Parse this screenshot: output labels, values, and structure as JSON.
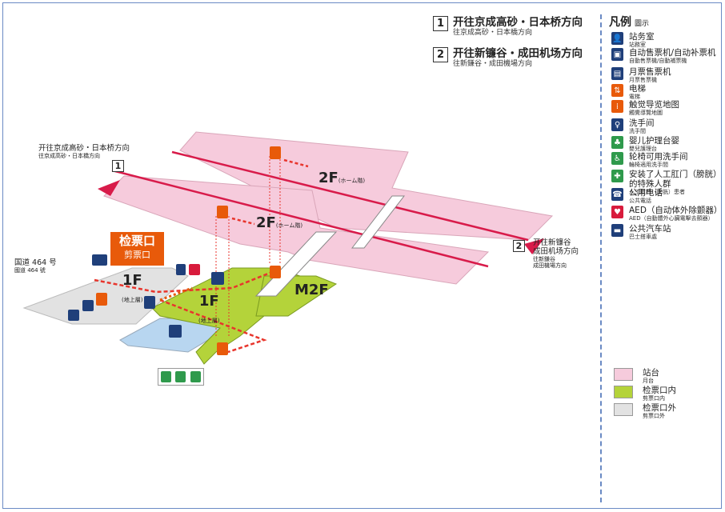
{
  "directions": [
    {
      "num": "1",
      "main": "开往京成高砂・日本桥方向",
      "sub": "往京成高砂・日本橋方向"
    },
    {
      "num": "2",
      "main": "开往新镰谷・成田机场方向",
      "sub": "往新鎌谷・成田機場方向"
    }
  ],
  "legend": {
    "title": "凡例",
    "title_sub": "圖示",
    "items": [
      {
        "label": "站务室",
        "sub": "站務室",
        "icon": "staff-room-icon",
        "color": "#1f3f7a",
        "glyph": "👤"
      },
      {
        "label": "自动售票机/自动补票机",
        "sub": "自動售票機/自動補票機",
        "icon": "ticket-machine-icon",
        "color": "#1f3f7a",
        "glyph": "▣"
      },
      {
        "label": "月票售票机",
        "sub": "月票售票機",
        "icon": "pass-machine-icon",
        "color": "#1f3f7a",
        "glyph": "▤"
      },
      {
        "label": "电梯",
        "sub": "電梯",
        "icon": "elevator-icon",
        "color": "#e85a0a",
        "glyph": "⇅"
      },
      {
        "label": "触觉导览地图",
        "sub": "觸覺導覽地圖",
        "icon": "tactile-map-icon",
        "color": "#e85a0a",
        "glyph": "⁞"
      },
      {
        "label": "洗手间",
        "sub": "洗手間",
        "icon": "restroom-icon",
        "color": "#1f3f7a",
        "glyph": "♀"
      },
      {
        "label": "婴儿护理台婴",
        "sub": "嬰兒護理台",
        "icon": "baby-care-icon",
        "color": "#2f9a4c",
        "glyph": "♣"
      },
      {
        "label": "轮椅可用洗手间",
        "sub": "輪椅適用洗手間",
        "icon": "wheelchair-icon",
        "color": "#2f9a4c",
        "glyph": "♿"
      },
      {
        "label": "安装了人工肛门（膀胱）的特殊人群",
        "sub": "人工肛門（膀胱）患者",
        "icon": "ostomate-icon",
        "color": "#2f9a4c",
        "glyph": "✚"
      },
      {
        "label": "公用电话",
        "sub": "公共電話",
        "icon": "phone-icon",
        "color": "#1f3f7a",
        "glyph": "☎"
      },
      {
        "label": "AED（自动体外除颤器）",
        "sub": "AED（自動體外心臟電擊去顫器）",
        "icon": "aed-icon",
        "color": "#d81b3c",
        "glyph": "♥"
      },
      {
        "label": "公共汽车站",
        "sub": "巴士搭車處",
        "icon": "bus-stop-icon",
        "color": "#1f3f7a",
        "glyph": "▬"
      }
    ]
  },
  "zones": [
    {
      "label": "站台",
      "sub": "月台",
      "color": "#f6cbdc"
    },
    {
      "label": "检票口内",
      "sub": "剪票口内",
      "color": "#b4d33a"
    },
    {
      "label": "检票口外",
      "sub": "剪票口外",
      "color": "#e2e2e2"
    }
  ],
  "map": {
    "dir1": {
      "num": "1",
      "main": "开往京成高砂・日本桥方向",
      "sub": "往京成高砂・日本橋方向"
    },
    "dir2": {
      "num": "2",
      "main": "开往新镰谷",
      "main2": "成田机场方向",
      "sub": "往新鎌谷",
      "sub2": "成田機場方向"
    },
    "route": {
      "main": "国道 464 号",
      "sub": "國道 464 號"
    },
    "gate": {
      "main": "检票口",
      "sub": "剪票口"
    },
    "floor_2f_a": {
      "main": "2F",
      "sub": "(ホーム階)"
    },
    "floor_2f_b": {
      "main": "2F",
      "sub": "(ホーム階)"
    },
    "floor_m2f": {
      "main": "M2F"
    },
    "floor_1f_out": {
      "main": "1F",
      "sub": "(地上層)"
    },
    "floor_1f_in": {
      "main": "1F",
      "sub": "(地上層)"
    }
  },
  "colors": {
    "platform": "#f6cbdc",
    "inside": "#b4d33a",
    "outside": "#e2e2e2",
    "restroom": "#b8d6f0",
    "route": "#e8352c",
    "frame": "#6a8ac4"
  }
}
